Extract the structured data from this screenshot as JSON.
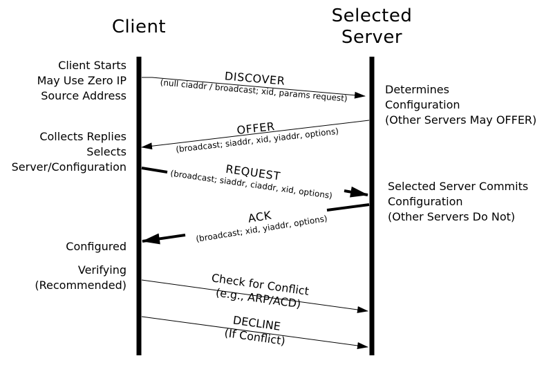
{
  "lanes": {
    "client": "Client",
    "server_line1": "Selected",
    "server_line2": "Server"
  },
  "client_notes": {
    "starts": [
      "Client Starts",
      "May Use Zero IP",
      "Source Address"
    ],
    "collects": [
      "Collects Replies",
      "Selects",
      "Server/Configuration"
    ],
    "configured": "Configured",
    "verifying": [
      "Verifying",
      "(Recommended)"
    ]
  },
  "server_notes": {
    "determines": [
      "Determines",
      "Configuration",
      "(Other Servers May OFFER)"
    ],
    "commits": [
      "Selected Server Commits",
      "Configuration",
      "(Other Servers Do Not)"
    ]
  },
  "messages": {
    "discover": {
      "name": "DISCOVER",
      "detail": "(null ciaddr / broadcast; xid, params request)"
    },
    "offer": {
      "name": "OFFER",
      "detail": "(broadcast; siaddr, xid, yiaddr, options)"
    },
    "request": {
      "name": "REQUEST",
      "detail": "(broadcast; siaddr, ciaddr, xid, options)"
    },
    "ack": {
      "name": "ACK",
      "detail": "(broadcast; xid, yiaddr, options)"
    },
    "check": {
      "name": "Check for Conflict",
      "detail": "(e.g., ARP/ACD)"
    },
    "decline": {
      "name": "DECLINE",
      "detail": "(If Conflict)"
    }
  }
}
